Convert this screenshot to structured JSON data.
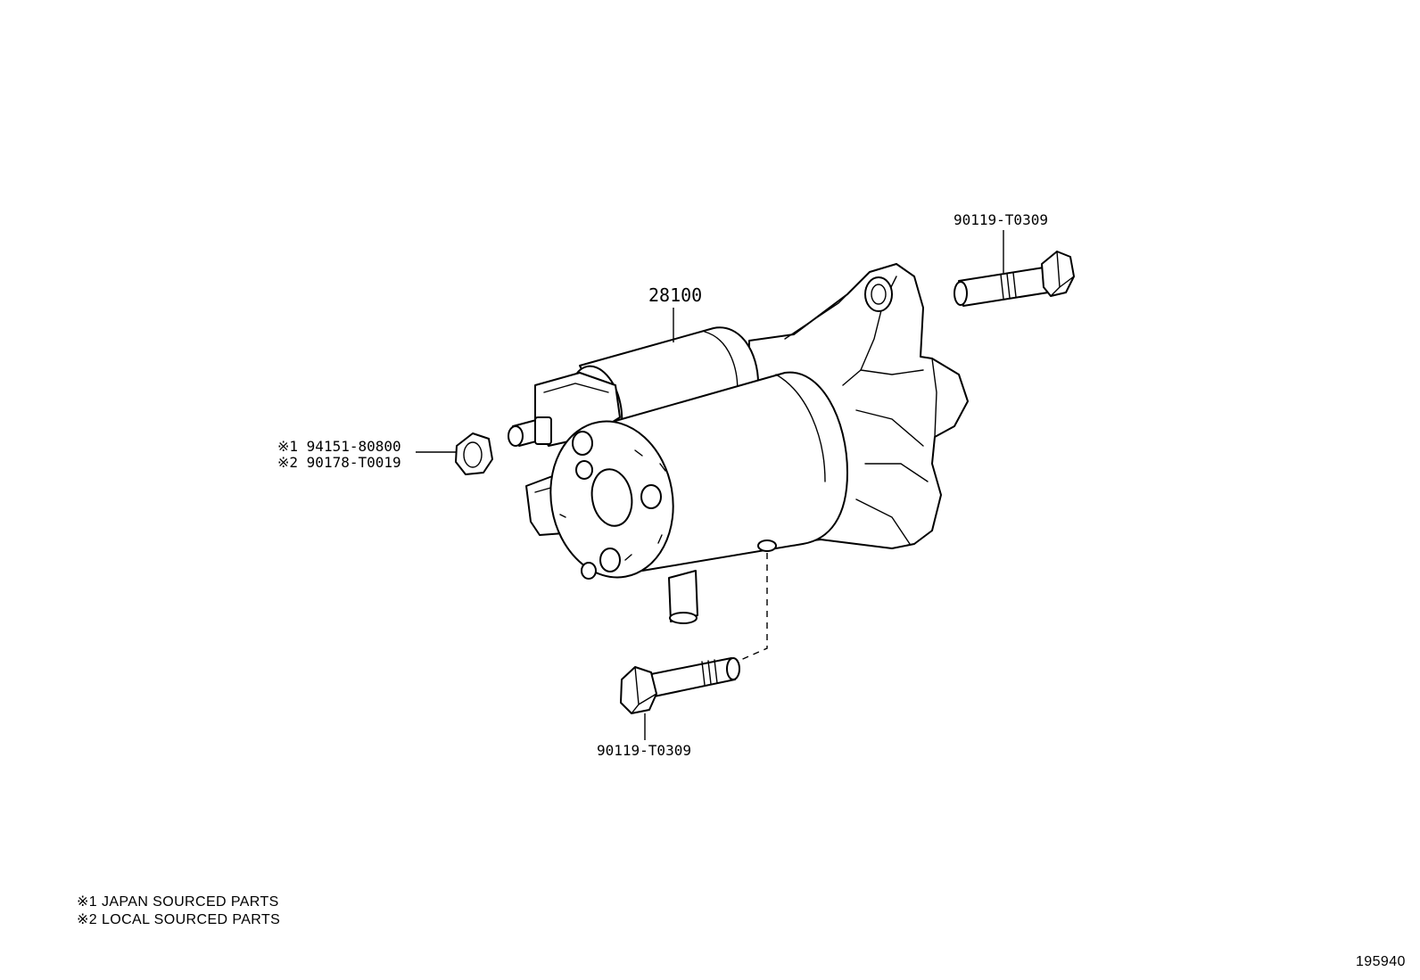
{
  "labels": {
    "starter": "28100",
    "bolt_top": "90119-T0309",
    "bolt_bottom": "90119-T0309",
    "nut_line1": "※1 94151-80800",
    "nut_line2": "※2 90178-T0019"
  },
  "legend": {
    "note1": "※1  JAPAN SOURCED PARTS",
    "note2": "※2  LOCAL SOURCED PARTS"
  },
  "diagram_number": "195940"
}
